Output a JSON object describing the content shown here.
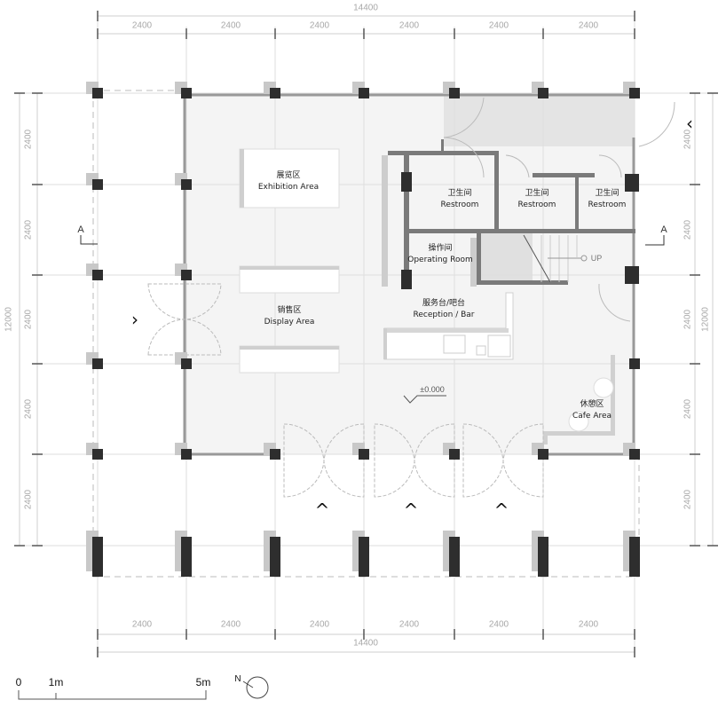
{
  "drawing": {
    "type": "architectural floor plan",
    "elevation_mark": "±0.000",
    "up_label": "UP"
  },
  "dimensions": {
    "top_total": "14400",
    "top_bays": [
      "2400",
      "2400",
      "2400",
      "2400",
      "2400",
      "2400"
    ],
    "bottom_total": "14400",
    "bottom_bays": [
      "2400",
      "2400",
      "2400",
      "2400",
      "2400",
      "2400"
    ],
    "left_total": "12000",
    "left_bays": [
      "2400",
      "2400",
      "2400",
      "2400",
      "2400"
    ],
    "right_total": "12000",
    "right_bays": [
      "2400",
      "2400",
      "2400",
      "2400",
      "2400"
    ]
  },
  "rooms": {
    "exhibition": {
      "cn": "展览区",
      "en": "Exhibition Area"
    },
    "display": {
      "cn": "销售区",
      "en": "Display Area"
    },
    "restroom1": {
      "cn": "卫生间",
      "en": "Restroom"
    },
    "restroom2": {
      "cn": "卫生间",
      "en": "Restroom"
    },
    "restroom3": {
      "cn": "卫生间",
      "en": "Restroom"
    },
    "operating": {
      "cn": "操作间",
      "en": "Operating Room"
    },
    "reception": {
      "cn": "服务台/吧台",
      "en": "Reception / Bar"
    },
    "cafe": {
      "cn": "休憩区",
      "en": "Cafe Area"
    }
  },
  "section_marks": {
    "left": "A",
    "right": "A"
  },
  "entrance_arrows": [
    "right",
    "left",
    "up",
    "up",
    "up"
  ],
  "scale_bar": {
    "labels": [
      "0",
      "1m",
      "5m"
    ]
  },
  "north_arrow": {
    "label": "N"
  },
  "colors": {
    "column": "#2e2e2e",
    "column_shadow": "#c8c8c8",
    "wall": "#7a7a7a",
    "floor": "#f4f4f4",
    "service_floor": "#e2e2e2",
    "grid": "#dcdcdc",
    "dim_text": "#a8a8a8"
  }
}
